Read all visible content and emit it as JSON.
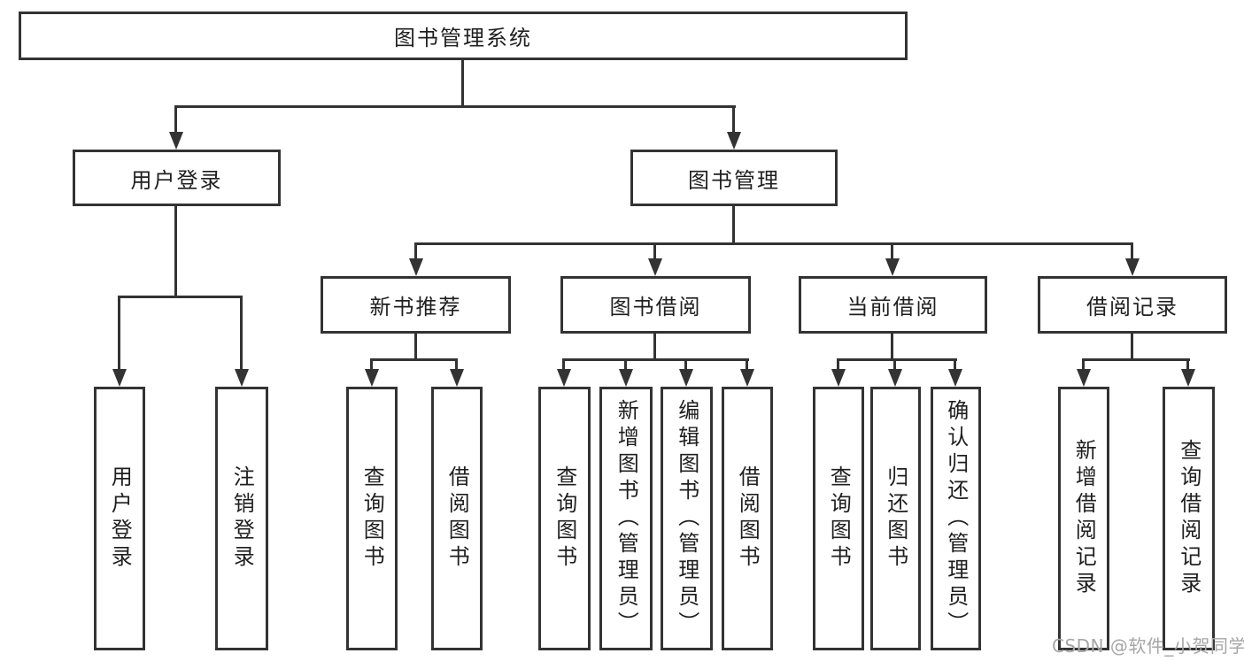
{
  "nodes": {
    "root": "图书管理系统",
    "level2": [
      "用户登录",
      "图书管理"
    ],
    "level3": [
      "新书推荐",
      "图书借阅",
      "当前借阅",
      "借阅记录"
    ],
    "leaves": {
      "user_login": [
        "用户登录",
        "注销登录"
      ],
      "new_book": [
        "查询图书",
        "借阅图书"
      ],
      "book_borrow": [
        "查询图书",
        "新增图书（管理员）",
        "编辑图书（管理员）",
        "借阅图书"
      ],
      "current_borrow": [
        "查询图书",
        "归还图书",
        "确认归还（管理员）"
      ],
      "borrow_records": [
        "新增借阅记录",
        "查询借阅记录"
      ]
    }
  },
  "watermark": "CSDN @软件_小贺同学",
  "colors": {
    "line": "#333333",
    "text": "#1f1f1f",
    "box_fill": "#ffffff",
    "background": "#ffffff",
    "watermark": "#a6a6a6"
  }
}
